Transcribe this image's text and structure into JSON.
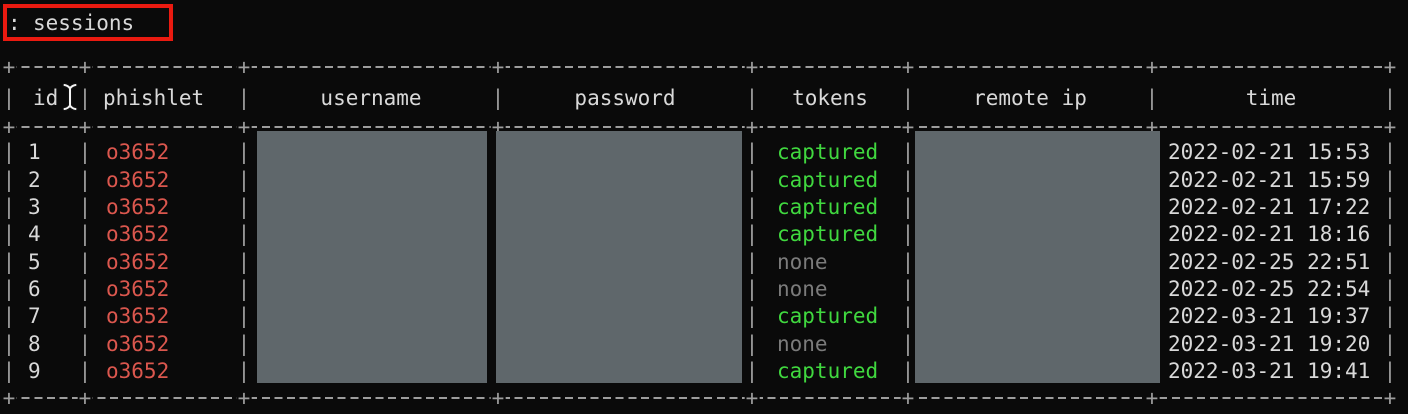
{
  "terminal": {
    "prompt": ":",
    "command": "sessions"
  },
  "colors": {
    "background": "#0a0a0a",
    "border": "#9d9d9d",
    "text": "#d9d9d9",
    "phishlet_red": "#db574e",
    "captured_green": "#40d83f",
    "none_gray": "#7b7b7b",
    "redaction_gray": "#5f676b",
    "annotation_red": "#ea1a10"
  },
  "table": {
    "columns": [
      "id",
      "phishlet",
      "username",
      "password",
      "tokens",
      "remote ip",
      "time"
    ],
    "rows": [
      {
        "id": "1",
        "phishlet": "o3652",
        "username": "",
        "password": "",
        "tokens": "captured",
        "remote_ip": "",
        "time": "2022-02-21 15:53"
      },
      {
        "id": "2",
        "phishlet": "o3652",
        "username": "",
        "password": "",
        "tokens": "captured",
        "remote_ip": "",
        "time": "2022-02-21 15:59"
      },
      {
        "id": "3",
        "phishlet": "o3652",
        "username": "",
        "password": "",
        "tokens": "captured",
        "remote_ip": "",
        "time": "2022-02-21 17:22"
      },
      {
        "id": "4",
        "phishlet": "o3652",
        "username": "",
        "password": "",
        "tokens": "captured",
        "remote_ip": "",
        "time": "2022-02-21 18:16"
      },
      {
        "id": "5",
        "phishlet": "o3652",
        "username": "",
        "password": "",
        "tokens": "none",
        "remote_ip": "",
        "time": "2022-02-25 22:51"
      },
      {
        "id": "6",
        "phishlet": "o3652",
        "username": "",
        "password": "",
        "tokens": "none",
        "remote_ip": "",
        "time": "2022-02-25 22:54"
      },
      {
        "id": "7",
        "phishlet": "o3652",
        "username": "",
        "password": "",
        "tokens": "captured",
        "remote_ip": "",
        "time": "2022-03-21 19:37"
      },
      {
        "id": "8",
        "phishlet": "o3652",
        "username": "",
        "password": "",
        "tokens": "none",
        "remote_ip": "",
        "time": "2022-03-21 19:20"
      },
      {
        "id": "9",
        "phishlet": "o3652",
        "username": "",
        "password": "",
        "tokens": "captured",
        "remote_ip": "",
        "time": "2022-03-21 19:41"
      }
    ]
  },
  "icons": {
    "cursor": "ibeam-text-cursor"
  }
}
